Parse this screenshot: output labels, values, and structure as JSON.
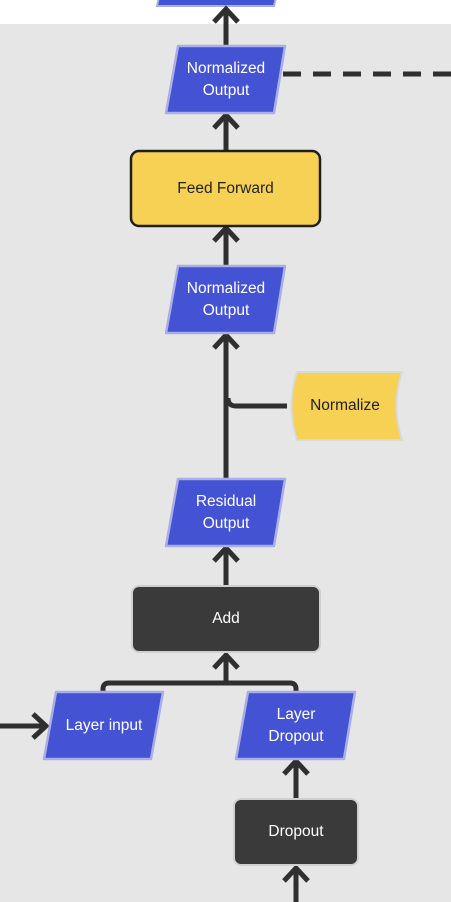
{
  "diagram": {
    "colors": {
      "data_node": "#4452d4",
      "data_node_border": "#a9aee6",
      "process_yellow": "#f6d154",
      "process_dark": "#3a3a3a",
      "connector": "#2f2f2f",
      "canvas": "#e6e6e6"
    },
    "nodes": {
      "normalized_output_top": "Normalized\nOutput",
      "feed_forward": "Feed Forward",
      "normalized_output_mid": "Normalized\nOutput",
      "normalize": "Normalize",
      "residual_output": "Residual\nOutput",
      "add": "Add",
      "layer_input": "Layer input",
      "layer_dropout": "Layer\nDropout",
      "dropout": "Dropout"
    }
  }
}
